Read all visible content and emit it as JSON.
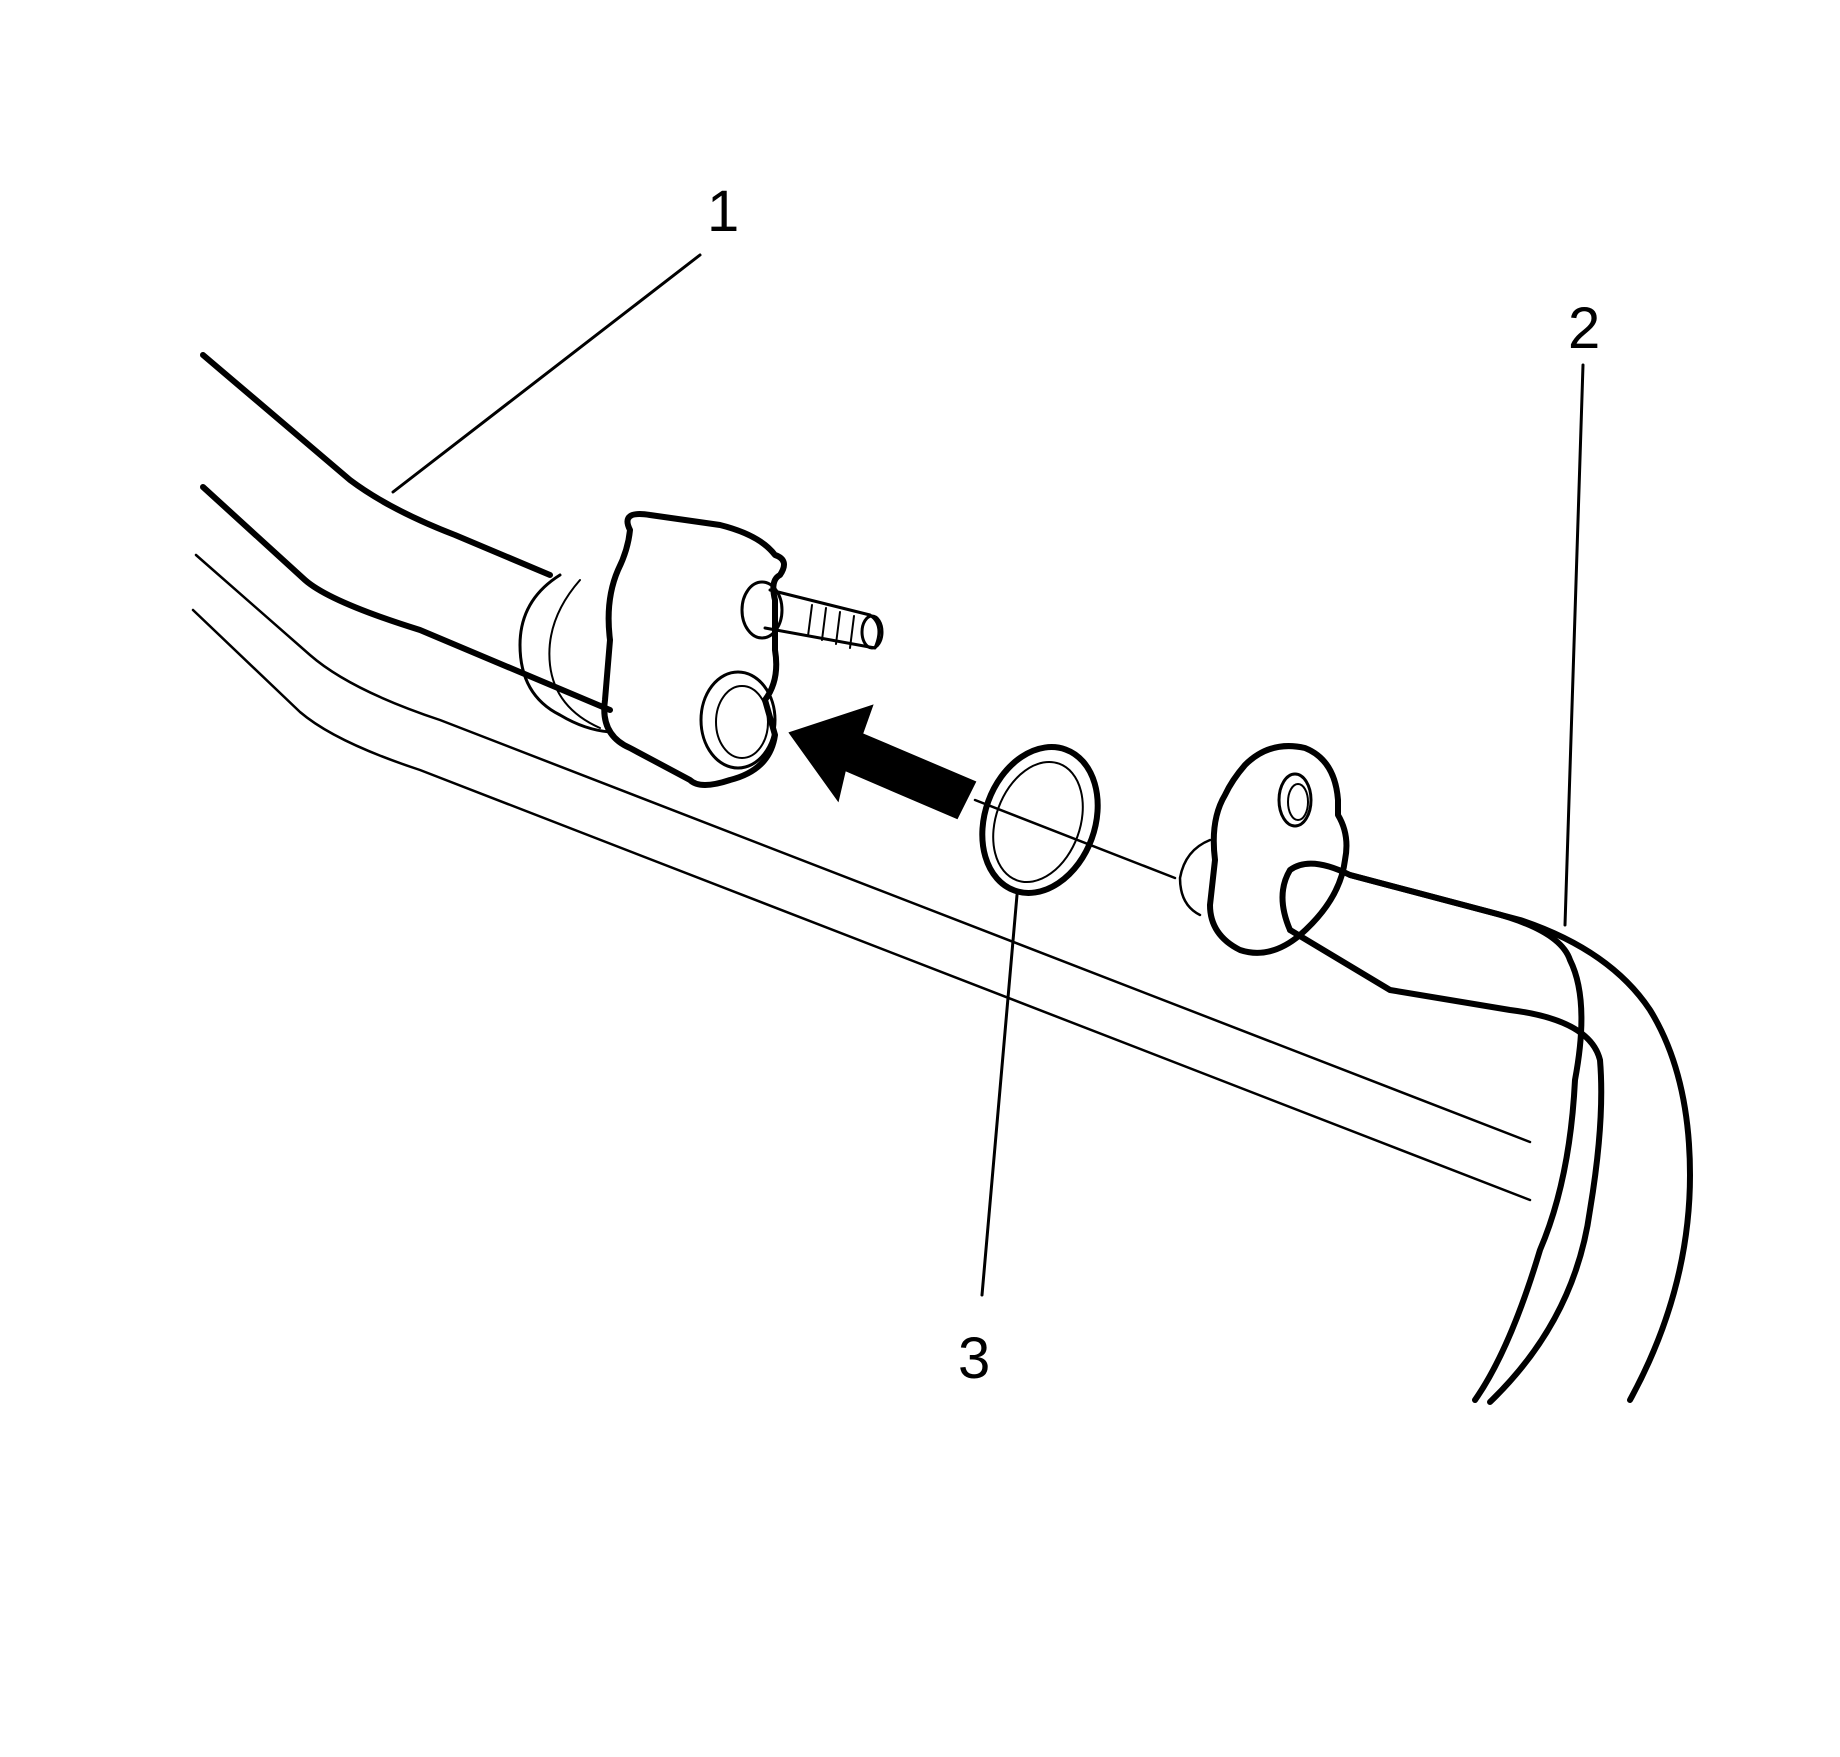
{
  "callouts": [
    {
      "number": "1"
    },
    {
      "number": "2"
    },
    {
      "number": "3"
    }
  ],
  "colors": {
    "line": "#000000",
    "background": "#ffffff"
  },
  "icons": {
    "arrow": "direction-arrow-icon"
  }
}
